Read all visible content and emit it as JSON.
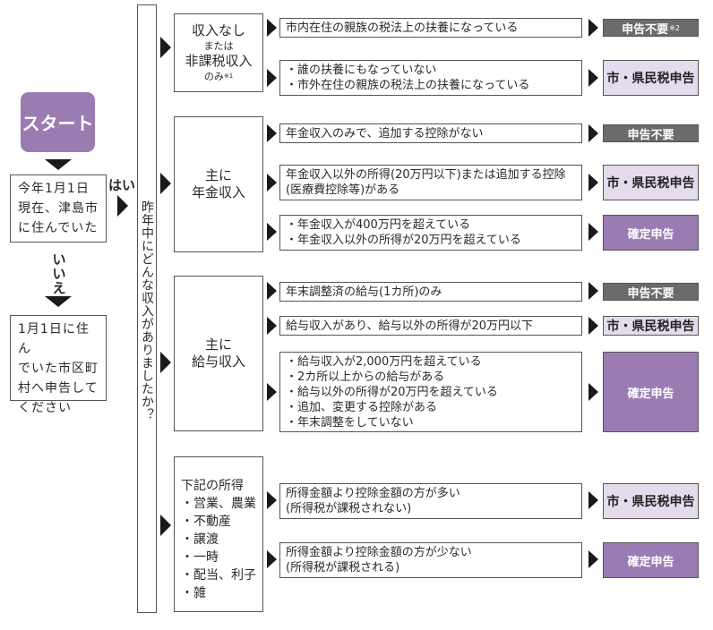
{
  "start": {
    "label": "スタート",
    "question_lines": [
      "今年1月1日",
      "現在、津島市",
      "に住んでいた"
    ],
    "yes_label": "はい",
    "no_label": "いいえ",
    "no_result_lines": [
      "1月1日に住ん",
      "でいた市区町",
      "村へ申告して",
      "ください"
    ]
  },
  "question": "昨年中にどんな収入がありましたか？",
  "categories": [
    {
      "lines": [
        "収入なし",
        "または",
        "非課税収入",
        "のみ"
      ],
      "footnote": "※1",
      "conditions": [
        {
          "lines": [
            "市内在住の親族の税法上の扶養になっている"
          ],
          "result": "申告不要",
          "result_note": "※2",
          "result_type": "none"
        },
        {
          "lines": [
            "・誰の扶養にもなっていない",
            "・市外在住の親族の税法上の扶養になっている"
          ],
          "result": "市・県民税申告",
          "result_type": "city"
        }
      ]
    },
    {
      "lines": [
        "主に",
        "年金収入"
      ],
      "conditions": [
        {
          "lines": [
            "年金収入のみで、追加する控除がない"
          ],
          "result": "申告不要",
          "result_type": "none"
        },
        {
          "lines": [
            "年金収入以外の所得(20万円以下)または追加する控除",
            "(医療費控除等)がある"
          ],
          "result": "市・県民税申告",
          "result_type": "city"
        },
        {
          "lines": [
            "・年金収入が400万円を超えている",
            "・年金収入以外の所得が20万円を超えている"
          ],
          "result": "確定申告",
          "result_type": "final"
        }
      ]
    },
    {
      "lines": [
        "主に",
        "給与収入"
      ],
      "conditions": [
        {
          "lines": [
            "年末調整済の給与(1カ所)のみ"
          ],
          "result": "申告不要",
          "result_type": "none"
        },
        {
          "lines": [
            "給与収入があり、給与以外の所得が20万円以下"
          ],
          "result": "市・県民税申告",
          "result_type": "city"
        },
        {
          "lines": [
            "・給与収入が2,000万円を超えている",
            "・2カ所以上からの給与がある",
            "・給与以外の所得が20万円を超えている",
            "・追加、変更する控除がある",
            "・年末調整をしていない"
          ],
          "result": "確定申告",
          "result_type": "final"
        }
      ]
    },
    {
      "lines": [
        "下記の所得",
        "・営業、農業",
        "・不動産",
        "・譲渡",
        "・一時",
        "・配当、利子",
        "・雑"
      ],
      "conditions": [
        {
          "lines": [
            "所得金額より控除金額の方が多い",
            "(所得税が課税されない)"
          ],
          "result": "市・県民税申告",
          "result_type": "city"
        },
        {
          "lines": [
            "所得金額より控除金額の方が少ない",
            "(所得税が課税される)"
          ],
          "result": "確定申告",
          "result_type": "final"
        }
      ]
    }
  ],
  "colors": {
    "start_purple": "#9a7cb2",
    "final_purple": "#9a7cb2",
    "city_lavender": "#e4dcec",
    "none_gray": "#6b6b6b"
  }
}
